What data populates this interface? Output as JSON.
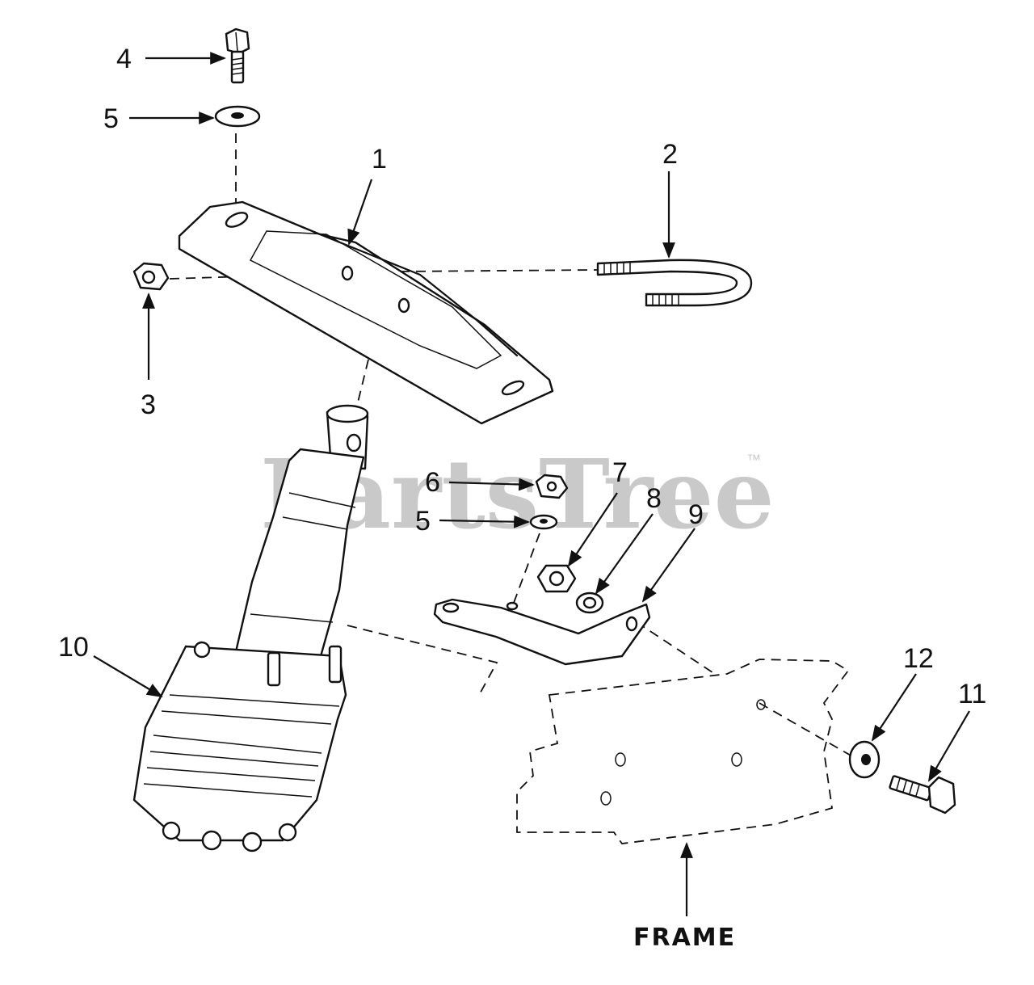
{
  "watermark": {
    "text": "PartsTree",
    "trademark": "™"
  },
  "callouts": {
    "c1": "1",
    "c2": "2",
    "c3": "3",
    "c4": "4",
    "c5_top": "5",
    "c5_mid": "5",
    "c6": "6",
    "c7": "7",
    "c8": "8",
    "c9": "9",
    "c10": "10",
    "c11": "11",
    "c12": "12"
  },
  "frame_label": "FRAME"
}
